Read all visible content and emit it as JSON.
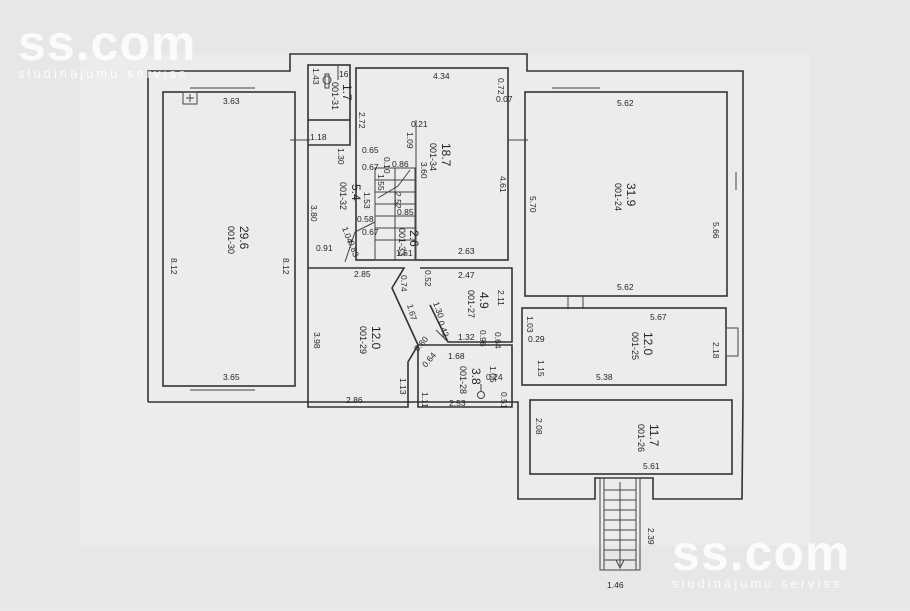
{
  "watermark": {
    "brand": "ss.com",
    "tagline": "sludinājumu serviss"
  },
  "rooms": {
    "r30": {
      "code": "001-30",
      "area": "29.6"
    },
    "r31": {
      "code": "001-31",
      "area": "1.7",
      "num16": "16"
    },
    "r32": {
      "code": "001-32",
      "area": "5.4"
    },
    "r33": {
      "code": "001-33",
      "area": "2.6"
    },
    "r34": {
      "code": "001-34",
      "area": "18.7"
    },
    "r24": {
      "code": "001-24",
      "area": "31.9"
    },
    "r29": {
      "code": "001-29",
      "area": "12.0"
    },
    "r27": {
      "code": "001-27",
      "area": "4.9"
    },
    "r28": {
      "code": "001-28",
      "area": "3.8"
    },
    "r25": {
      "code": "001-25",
      "area": "12.0"
    },
    "r26": {
      "code": "001-26",
      "area": "11.7"
    }
  },
  "dims": {
    "d363": "3.63",
    "d812a": "8.12",
    "d812b": "8.12",
    "d365": "3.65",
    "d143": "1.43",
    "d118": "1.18",
    "d272": "2.72",
    "d130a": "1.30",
    "d067a": "0.67",
    "d065": "0.65",
    "d010": "0.10",
    "d086": "0.86",
    "d109": "1.09",
    "d021": "0.21",
    "d360": "3.60",
    "d153": "1.53",
    "d155": "1.55",
    "d252": "2.52",
    "d085": "0.85",
    "d058": "0.58",
    "d067b": "0.67",
    "d104": "1.04",
    "d083": "0.83",
    "d380": "3.80",
    "d091": "0.91",
    "d161": "1.61",
    "d434": "4.34",
    "d072": "0.72",
    "d007": "0.07",
    "d461": "4.61",
    "d263": "2.63",
    "d562a": "5.62",
    "d570": "5.70",
    "d566": "5.66",
    "d562b": "5.62",
    "d285": "2.85",
    "d074": "0.74",
    "d167": "1.67",
    "d398": "3.98",
    "d286": "2.86",
    "d113": "1.13",
    "d052": "0.52",
    "d247": "2.47",
    "d211": "2.11",
    "d130b": "1.30",
    "d042": "0.42",
    "d132": "1.32",
    "d096": "0.96",
    "d064": "0.64",
    "d080": "0.80",
    "d168": "1.68",
    "d064b": "0.64",
    "d105": "1.05",
    "d024": "0.24",
    "d111": "1.11",
    "d253": "2.53",
    "d051": "0.51",
    "d103": "1.03",
    "d029": "0.29",
    "d567": "5.67",
    "d218": "2.18",
    "d115": "1.15",
    "d538": "5.38",
    "d208": "2.08",
    "d561": "5.61",
    "d239": "2.39",
    "d146": "1.46"
  }
}
